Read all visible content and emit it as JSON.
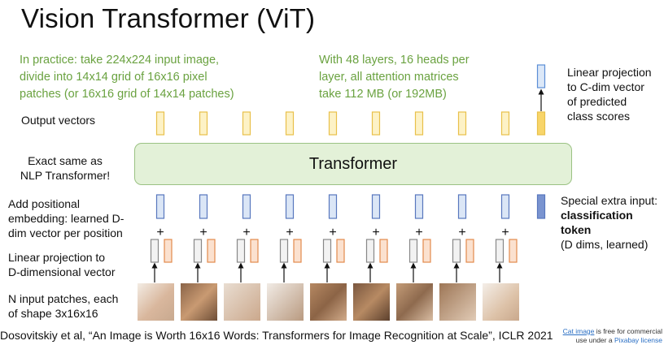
{
  "title": "Vision Transformer (ViT)",
  "notes": {
    "left": [
      "In practice: take 224x224 input image,",
      "divide into 14x14 grid of 16x16 pixel",
      "patches (or 16x16 grid of 14x14 patches)"
    ],
    "right": [
      "With 48 layers, 16 heads per",
      "layer, all attention matrices",
      "take 112 MB (or 192MB)"
    ]
  },
  "row_labels": {
    "output": "Output vectors",
    "same": [
      "Exact same as",
      "NLP Transformer!"
    ],
    "positional": [
      "Add positional",
      "embedding: learned D-",
      "dim vector per position"
    ],
    "projection": [
      "Linear projection to",
      "D-dimensional vector"
    ],
    "patches": [
      "N input patches, each",
      "of shape 3x16x16"
    ]
  },
  "transformer_label": "Transformer",
  "plus_sign": "+",
  "right_labels": {
    "class_scores": [
      "Linear projection",
      "to C-dim vector",
      "of predicted",
      "class scores"
    ],
    "special_line1": "Special extra input:",
    "special_line2": "classification token",
    "special_line3": "(D dims, learned)"
  },
  "citation": "Dosovitskiy et al, “An Image is Worth 16x16 Words: Transformers for Image Recognition at Scale”, ICLR 2021",
  "credit": {
    "link_text": "Cat image",
    "line1_rest": " is free for commercial",
    "line2_prefix": "use under a ",
    "license_text": "Pixabay license"
  },
  "colors": {
    "output_fill": "#fdf2c6",
    "output_stroke": "#e8c04a",
    "output_cls_fill": "#f8d56a",
    "pos_fill": "#dbe6f6",
    "pos_stroke": "#5877be",
    "cls_token_fill": "#7a94d0",
    "proj_fill": "#f2f2f2",
    "proj_stroke": "#888888",
    "embed_fill": "#fbe1cf",
    "embed_stroke": "#e38a4c",
    "score_fill": "#dce8f8",
    "score_stroke": "#5b8ed6",
    "transformer_fill": "#e3f1d8",
    "transformer_stroke": "#9bc283",
    "note_green": "#6aa240"
  },
  "patch_count": 9,
  "patch_icon": "cat-patch-image"
}
